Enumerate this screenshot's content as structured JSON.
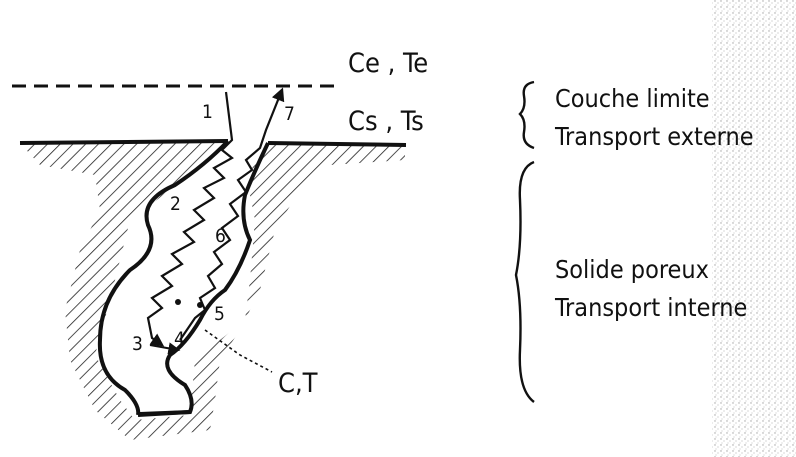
{
  "surface_labels": {
    "external": "Ce , Te",
    "surface": "Cs , Ts",
    "internal": "C,T"
  },
  "steps": [
    "1",
    "2",
    "3",
    "4",
    "5",
    "6",
    "7"
  ],
  "zones": {
    "boundary_layer": {
      "line1": "Couche limite",
      "line2": "Transport externe"
    },
    "porous_solid": {
      "line1": "Solide poreux",
      "line2": "Transport interne"
    }
  }
}
